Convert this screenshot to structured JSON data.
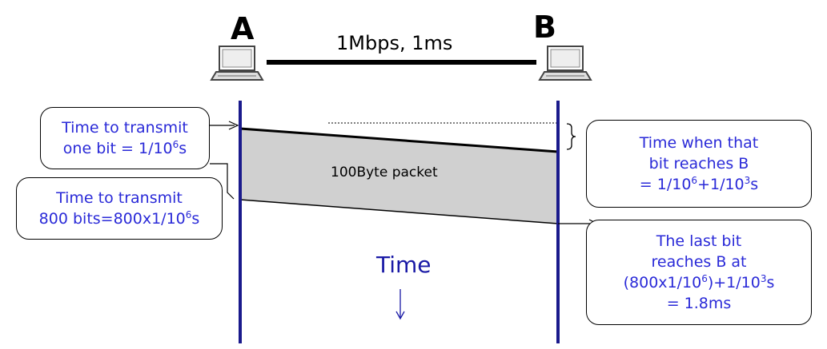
{
  "nodes": {
    "a_label": "A",
    "b_label": "B"
  },
  "link": {
    "label": "1Mbps, 1ms"
  },
  "packet": {
    "label": "100Byte packet"
  },
  "time_axis": {
    "label": "Time"
  },
  "callouts": {
    "one_bit": {
      "line1": "Time to transmit",
      "line2_pre": "one bit = 1/10",
      "line2_exp": "6",
      "line2_post": "s"
    },
    "all_bits": {
      "line1": "Time to transmit",
      "line2_pre": "800 bits=800x1/10",
      "line2_exp": "6",
      "line2_post": "s"
    },
    "first_arrival": {
      "line1": "Time when that",
      "line2": "bit reaches B",
      "line3_a": "= 1/10",
      "line3_exp1": "6",
      "line3_b": "+1/10",
      "line3_exp2": "3",
      "line3_c": "s"
    },
    "last_arrival": {
      "line1": "The last bit",
      "line2": "reaches B at",
      "line3_a": "(800x1/10",
      "line3_exp1": "6",
      "line3_b": ")+1/10",
      "line3_exp2": "3",
      "line3_c": "s",
      "line4": "= 1.8ms"
    }
  },
  "colors": {
    "timeline": "#1a1a8c",
    "packet_fill": "#d0d0d0",
    "callout_text": "#2a2ad8"
  },
  "icons": {
    "host_a": "laptop-icon",
    "host_b": "laptop-icon"
  }
}
